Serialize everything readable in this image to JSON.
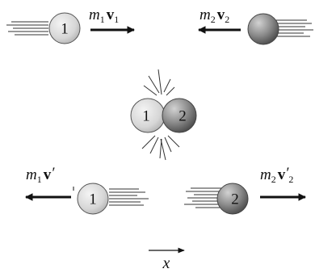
{
  "before": {
    "ball_1": {
      "number": "1",
      "momentum": {
        "mass": "m",
        "mass_sub": "1",
        "vec": "v",
        "vec_sub": "1",
        "prime": ""
      }
    },
    "ball_2": {
      "momentum": {
        "mass": "m",
        "mass_sub": "2",
        "vec": "v",
        "vec_sub": "2",
        "prime": ""
      }
    }
  },
  "collision": {
    "ball_1_number": "1",
    "ball_2_number": "2"
  },
  "after": {
    "ball_1": {
      "number": "1",
      "momentum": {
        "mass": "m",
        "mass_sub": "1",
        "vec": "v",
        "vec_sub": "",
        "prime": "′"
      }
    },
    "ball_2": {
      "number": "2",
      "momentum": {
        "mass": "m",
        "mass_sub": "2",
        "vec": "v",
        "vec_sub": "2",
        "prime": "′"
      }
    }
  },
  "axis": {
    "label": "x",
    "direction": "right"
  },
  "colors": {
    "ball_1_fill": "#dcdcdc",
    "ball_2_fill": "#8c8c8c",
    "stroke": "#111111",
    "background": "#ffffff"
  }
}
